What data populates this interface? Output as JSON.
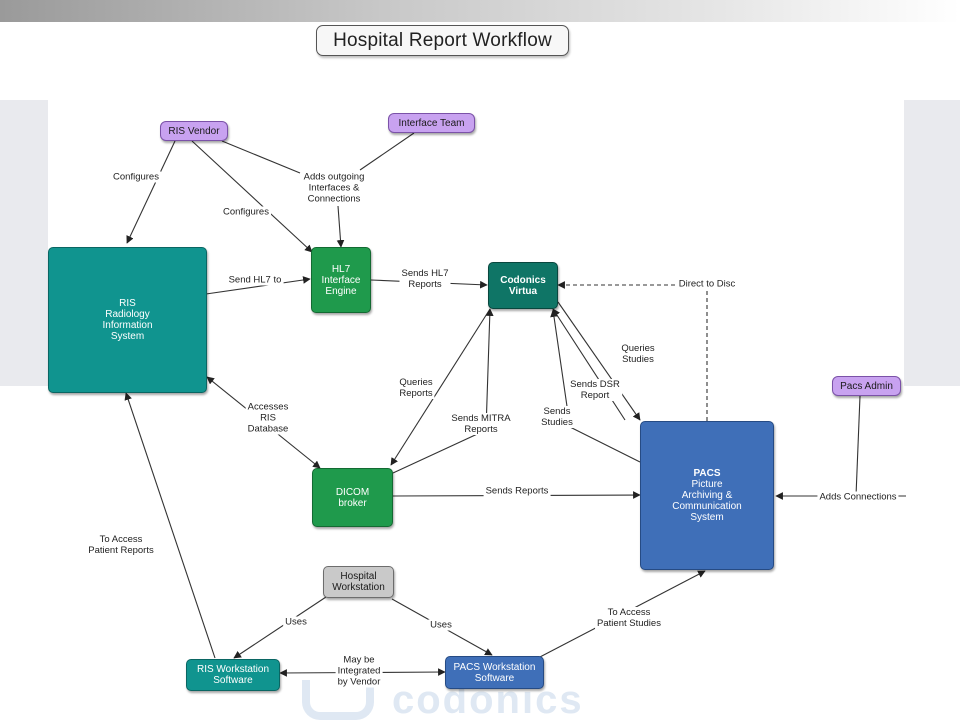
{
  "title": "Hospital Report Workflow",
  "watermark": "codonics",
  "nodes": {
    "ris_vendor": "RIS Vendor",
    "interface_team": "Interface Team",
    "ris": [
      "RIS",
      "Radiology",
      "Information",
      "System"
    ],
    "hl7": [
      "HL7",
      "Interface",
      "Engine"
    ],
    "codonics": [
      "Codonics",
      "Virtua"
    ],
    "pacs_admin": "Pacs Admin",
    "pacs": [
      "PACS",
      "Picture",
      "Archiving &",
      "Communication",
      "System"
    ],
    "dicom": [
      "DICOM",
      "broker"
    ],
    "hospital_ws": [
      "Hospital",
      "Workstation"
    ],
    "ris_ws": [
      "RIS Workstation",
      "Software"
    ],
    "pacs_ws": [
      "PACS Workstation",
      "Software"
    ]
  },
  "edge_labels": {
    "configures_left": [
      "Configures"
    ],
    "configures_right": [
      "Configures"
    ],
    "adds_outgoing": [
      "Adds outgoing",
      "Interfaces &",
      "Connections"
    ],
    "send_hl7": [
      "Send HL7 to"
    ],
    "sends_hl7_reports": [
      "Sends HL7",
      "Reports"
    ],
    "direct_to_disc": [
      "Direct to Disc"
    ],
    "queries_studies": [
      "Queries",
      "Studies"
    ],
    "sends_dsr": [
      "Sends DSR",
      "Report"
    ],
    "sends_studies": [
      "Sends",
      "Studies"
    ],
    "queries_reports": [
      "Queries",
      "Reports"
    ],
    "sends_mitra": [
      "Sends MITRA",
      "Reports"
    ],
    "accesses_ris": [
      "Accesses",
      "RIS",
      "Database"
    ],
    "sends_reports": [
      "Sends Reports"
    ],
    "adds_connections": [
      "Adds Connections"
    ],
    "access_patient_reports": [
      "To Access",
      "Patient Reports"
    ],
    "uses_left": [
      "Uses"
    ],
    "uses_right": [
      "Uses"
    ],
    "may_be_integrated": [
      "May be",
      "Integrated",
      "by Vendor"
    ],
    "access_patient_studies": [
      "To Access",
      "Patient Studies"
    ]
  }
}
